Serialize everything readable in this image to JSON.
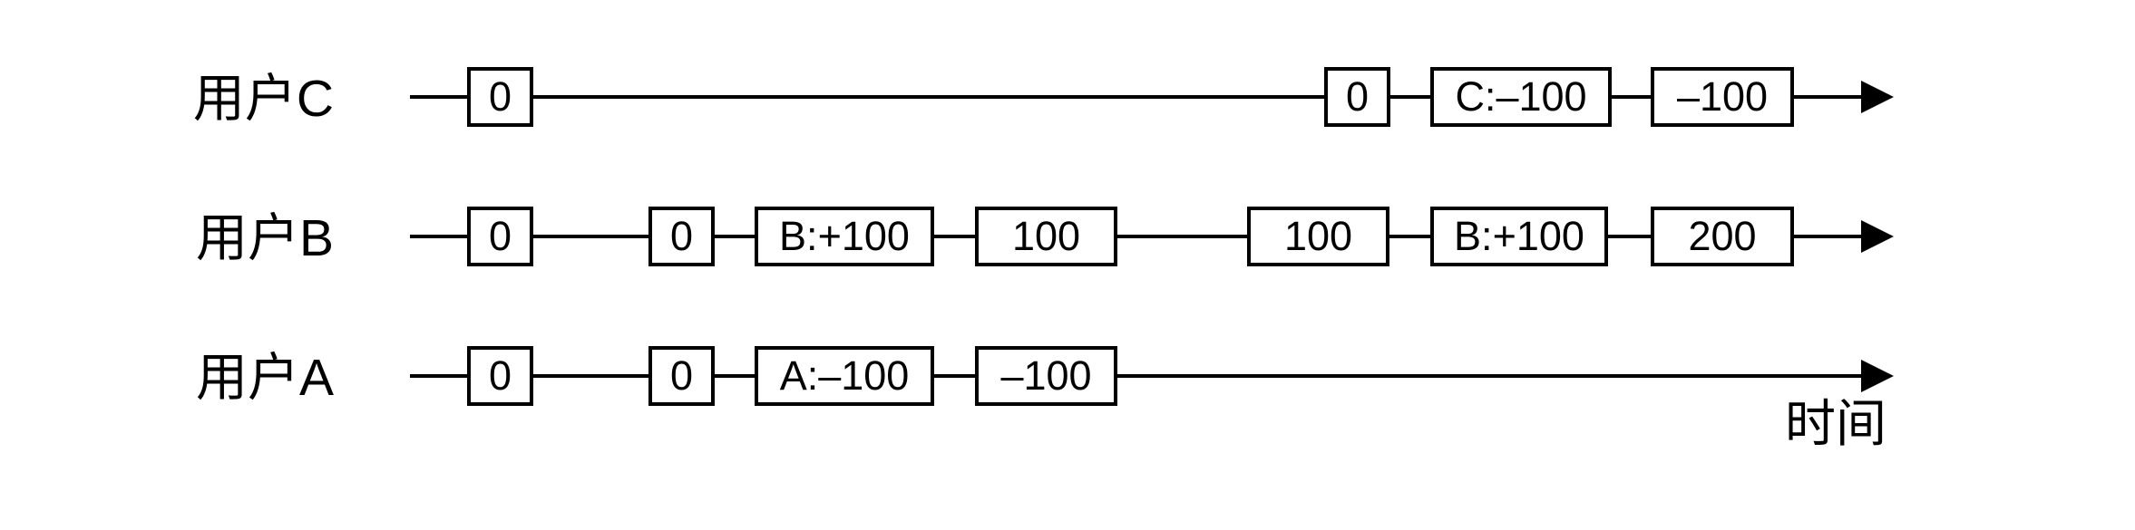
{
  "page": {
    "background_color": "#ffffff",
    "ink_color": "#000000"
  },
  "diagram": {
    "axis_label": "时间",
    "rows": [
      {
        "id": "user-c",
        "label": "用户C",
        "nodes": [
          {
            "text": "0",
            "kind": "state"
          },
          {
            "text": "0",
            "kind": "state"
          },
          {
            "text": "C:–100",
            "kind": "operation"
          },
          {
            "text": "–100",
            "kind": "state"
          }
        ]
      },
      {
        "id": "user-b",
        "label": "用户B",
        "nodes": [
          {
            "text": "0",
            "kind": "state"
          },
          {
            "text": "0",
            "kind": "state"
          },
          {
            "text": "B:+100",
            "kind": "operation"
          },
          {
            "text": "100",
            "kind": "state"
          },
          {
            "text": "100",
            "kind": "state"
          },
          {
            "text": "B:+100",
            "kind": "operation"
          },
          {
            "text": "200",
            "kind": "state"
          }
        ]
      },
      {
        "id": "user-a",
        "label": "用户A",
        "nodes": [
          {
            "text": "0",
            "kind": "state"
          },
          {
            "text": "0",
            "kind": "state"
          },
          {
            "text": "A:–100",
            "kind": "operation"
          },
          {
            "text": "–100",
            "kind": "state"
          }
        ]
      }
    ]
  }
}
